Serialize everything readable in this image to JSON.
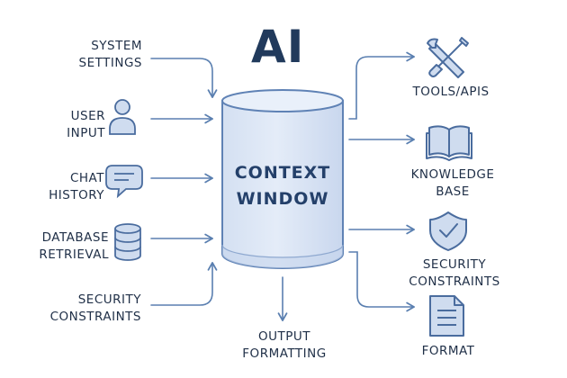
{
  "title": "AI",
  "center": {
    "line1": "CONTEXT",
    "line2": "WINDOW"
  },
  "inputs": [
    {
      "line1": "SYSTEM",
      "line2": "SETTINGS",
      "icon": "none"
    },
    {
      "line1": "USER",
      "line2": "INPUT",
      "icon": "user-icon"
    },
    {
      "line1": "CHAT",
      "line2": "HISTORY",
      "icon": "chat-bubble-icon"
    },
    {
      "line1": "DATABASE",
      "line2": "RETRIEVAL",
      "icon": "database-icon"
    },
    {
      "line1": "SECURITY",
      "line2": "CONSTRAINTS",
      "icon": "none"
    }
  ],
  "bottom_output": {
    "line1": "OUTPUT",
    "line2": "FORMATTING"
  },
  "outputs": [
    {
      "label": "TOOLS/APIS",
      "icon": "tools-icon"
    },
    {
      "line1": "KNOWLEDGE",
      "line2": "BASE",
      "icon": "book-icon"
    },
    {
      "line1": "SECURITY",
      "line2": "CONSTRAINTS",
      "icon": "shield-check-icon"
    },
    {
      "label": "FORMAT",
      "icon": "document-icon"
    }
  ],
  "colors": {
    "text": "#1f2f47",
    "title": "#213a5c",
    "arrow": "#5a7fb0",
    "icon_stroke": "#4a6c9e",
    "icon_fill": "#cfdcef",
    "cylinder_fill": "#dde7f5",
    "cylinder_stroke": "#5f82b5"
  }
}
